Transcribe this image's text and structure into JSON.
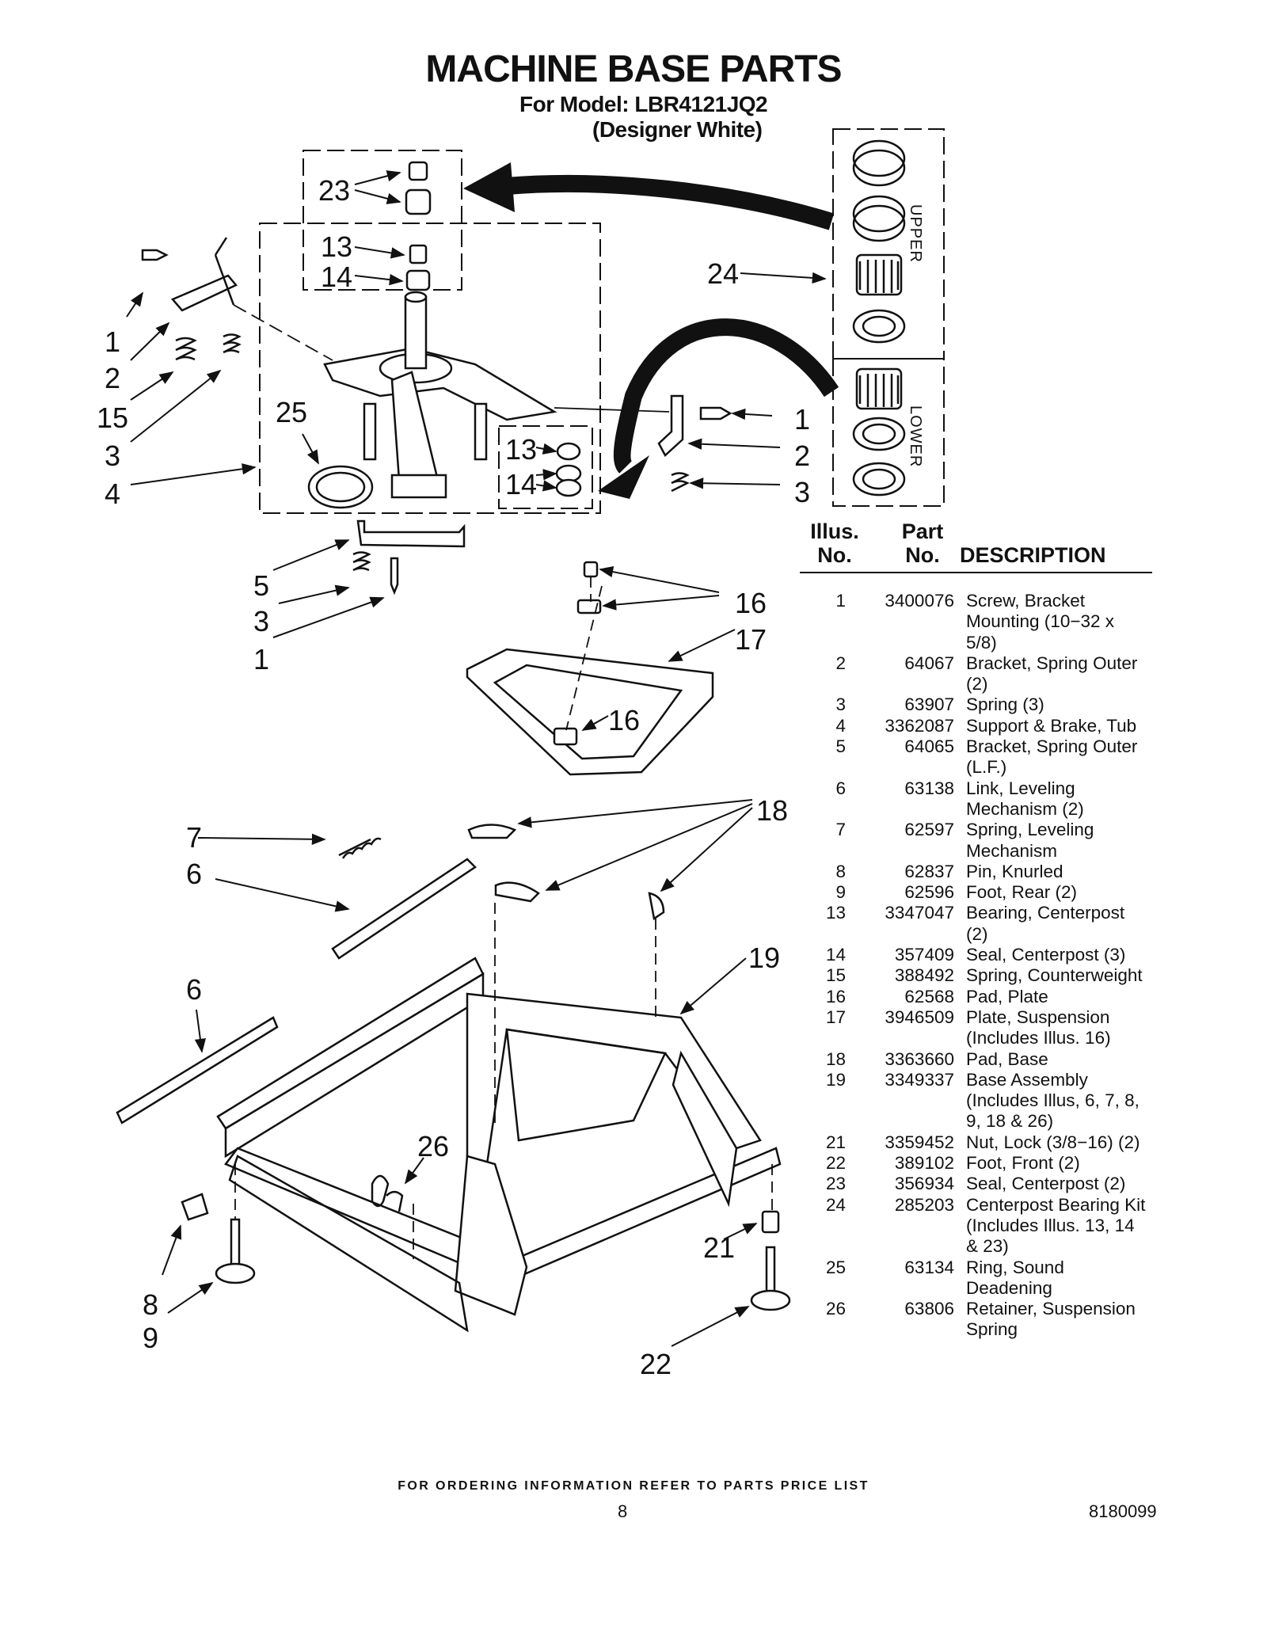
{
  "header": {
    "title": "MACHINE BASE PARTS",
    "model_line": "For Model: LBR4121JQ2",
    "color_line": "(Designer White)"
  },
  "diagram": {
    "labels": {
      "l1a": "1",
      "l2a": "2",
      "l15": "15",
      "l3a": "3",
      "l4": "4",
      "l23": "23",
      "l13a": "13",
      "l14a": "14",
      "l25": "25",
      "l13b": "13",
      "l14b": "14",
      "l1b": "1",
      "l2b": "2",
      "l3b": "3",
      "l24": "24",
      "l5": "5",
      "l3c": "3",
      "l1c": "1",
      "l16a": "16",
      "l17": "17",
      "l16b": "16",
      "l7": "7",
      "l6a": "6",
      "l18": "18",
      "l19": "19",
      "l6b": "6",
      "l26": "26",
      "l21": "21",
      "l8": "8",
      "l9": "9",
      "l22": "22"
    },
    "kit_upper": "UPPER",
    "kit_lower": "LOWER"
  },
  "table": {
    "headers": {
      "illus_line1": "Illus.",
      "illus_line2": "No.",
      "part_line1": "Part",
      "part_line2": "No.",
      "description": "DESCRIPTION"
    },
    "rows": [
      {
        "illus": "1",
        "part": "3400076",
        "desc": "Screw, Bracket Mounting (10−32 x 5/8)"
      },
      {
        "illus": "2",
        "part": "64067",
        "desc": "Bracket, Spring Outer (2)"
      },
      {
        "illus": "3",
        "part": "63907",
        "desc": "Spring (3)"
      },
      {
        "illus": "4",
        "part": "3362087",
        "desc": "Support & Brake, Tub"
      },
      {
        "illus": "5",
        "part": "64065",
        "desc": "Bracket, Spring Outer (L.F.)"
      },
      {
        "illus": "6",
        "part": "63138",
        "desc": "Link, Leveling Mechanism (2)"
      },
      {
        "illus": "7",
        "part": "62597",
        "desc": "Spring, Leveling Mechanism"
      },
      {
        "illus": "8",
        "part": "62837",
        "desc": "Pin, Knurled"
      },
      {
        "illus": "9",
        "part": "62596",
        "desc": "Foot, Rear (2)"
      },
      {
        "illus": "13",
        "part": "3347047",
        "desc": "Bearing, Centerpost (2)"
      },
      {
        "illus": "14",
        "part": "357409",
        "desc": "Seal, Centerpost (3)"
      },
      {
        "illus": "15",
        "part": "388492",
        "desc": "Spring, Counterweight"
      },
      {
        "illus": "16",
        "part": "62568",
        "desc": "Pad, Plate"
      },
      {
        "illus": "17",
        "part": "3946509",
        "desc": "Plate, Suspension (Includes Illus. 16)"
      },
      {
        "illus": "18",
        "part": "3363660",
        "desc": "Pad, Base"
      },
      {
        "illus": "19",
        "part": "3349337",
        "desc": "Base Assembly (Includes Illus, 6, 7, 8, 9, 18 & 26)"
      },
      {
        "illus": "21",
        "part": "3359452",
        "desc": "Nut, Lock (3/8−16) (2)"
      },
      {
        "illus": "22",
        "part": "389102",
        "desc": "Foot, Front (2)"
      },
      {
        "illus": "23",
        "part": "356934",
        "desc": "Seal, Centerpost (2)"
      },
      {
        "illus": "24",
        "part": "285203",
        "desc": "Centerpost Bearing Kit (Includes Illus. 13, 14 & 23)"
      },
      {
        "illus": "25",
        "part": "63134",
        "desc": "Ring, Sound Deadening"
      },
      {
        "illus": "26",
        "part": "63806",
        "desc": "Retainer, Suspension Spring"
      }
    ]
  },
  "footer": {
    "note": "FOR ORDERING INFORMATION REFER TO PARTS PRICE LIST",
    "page_number": "8",
    "doc_number": "8180099"
  }
}
